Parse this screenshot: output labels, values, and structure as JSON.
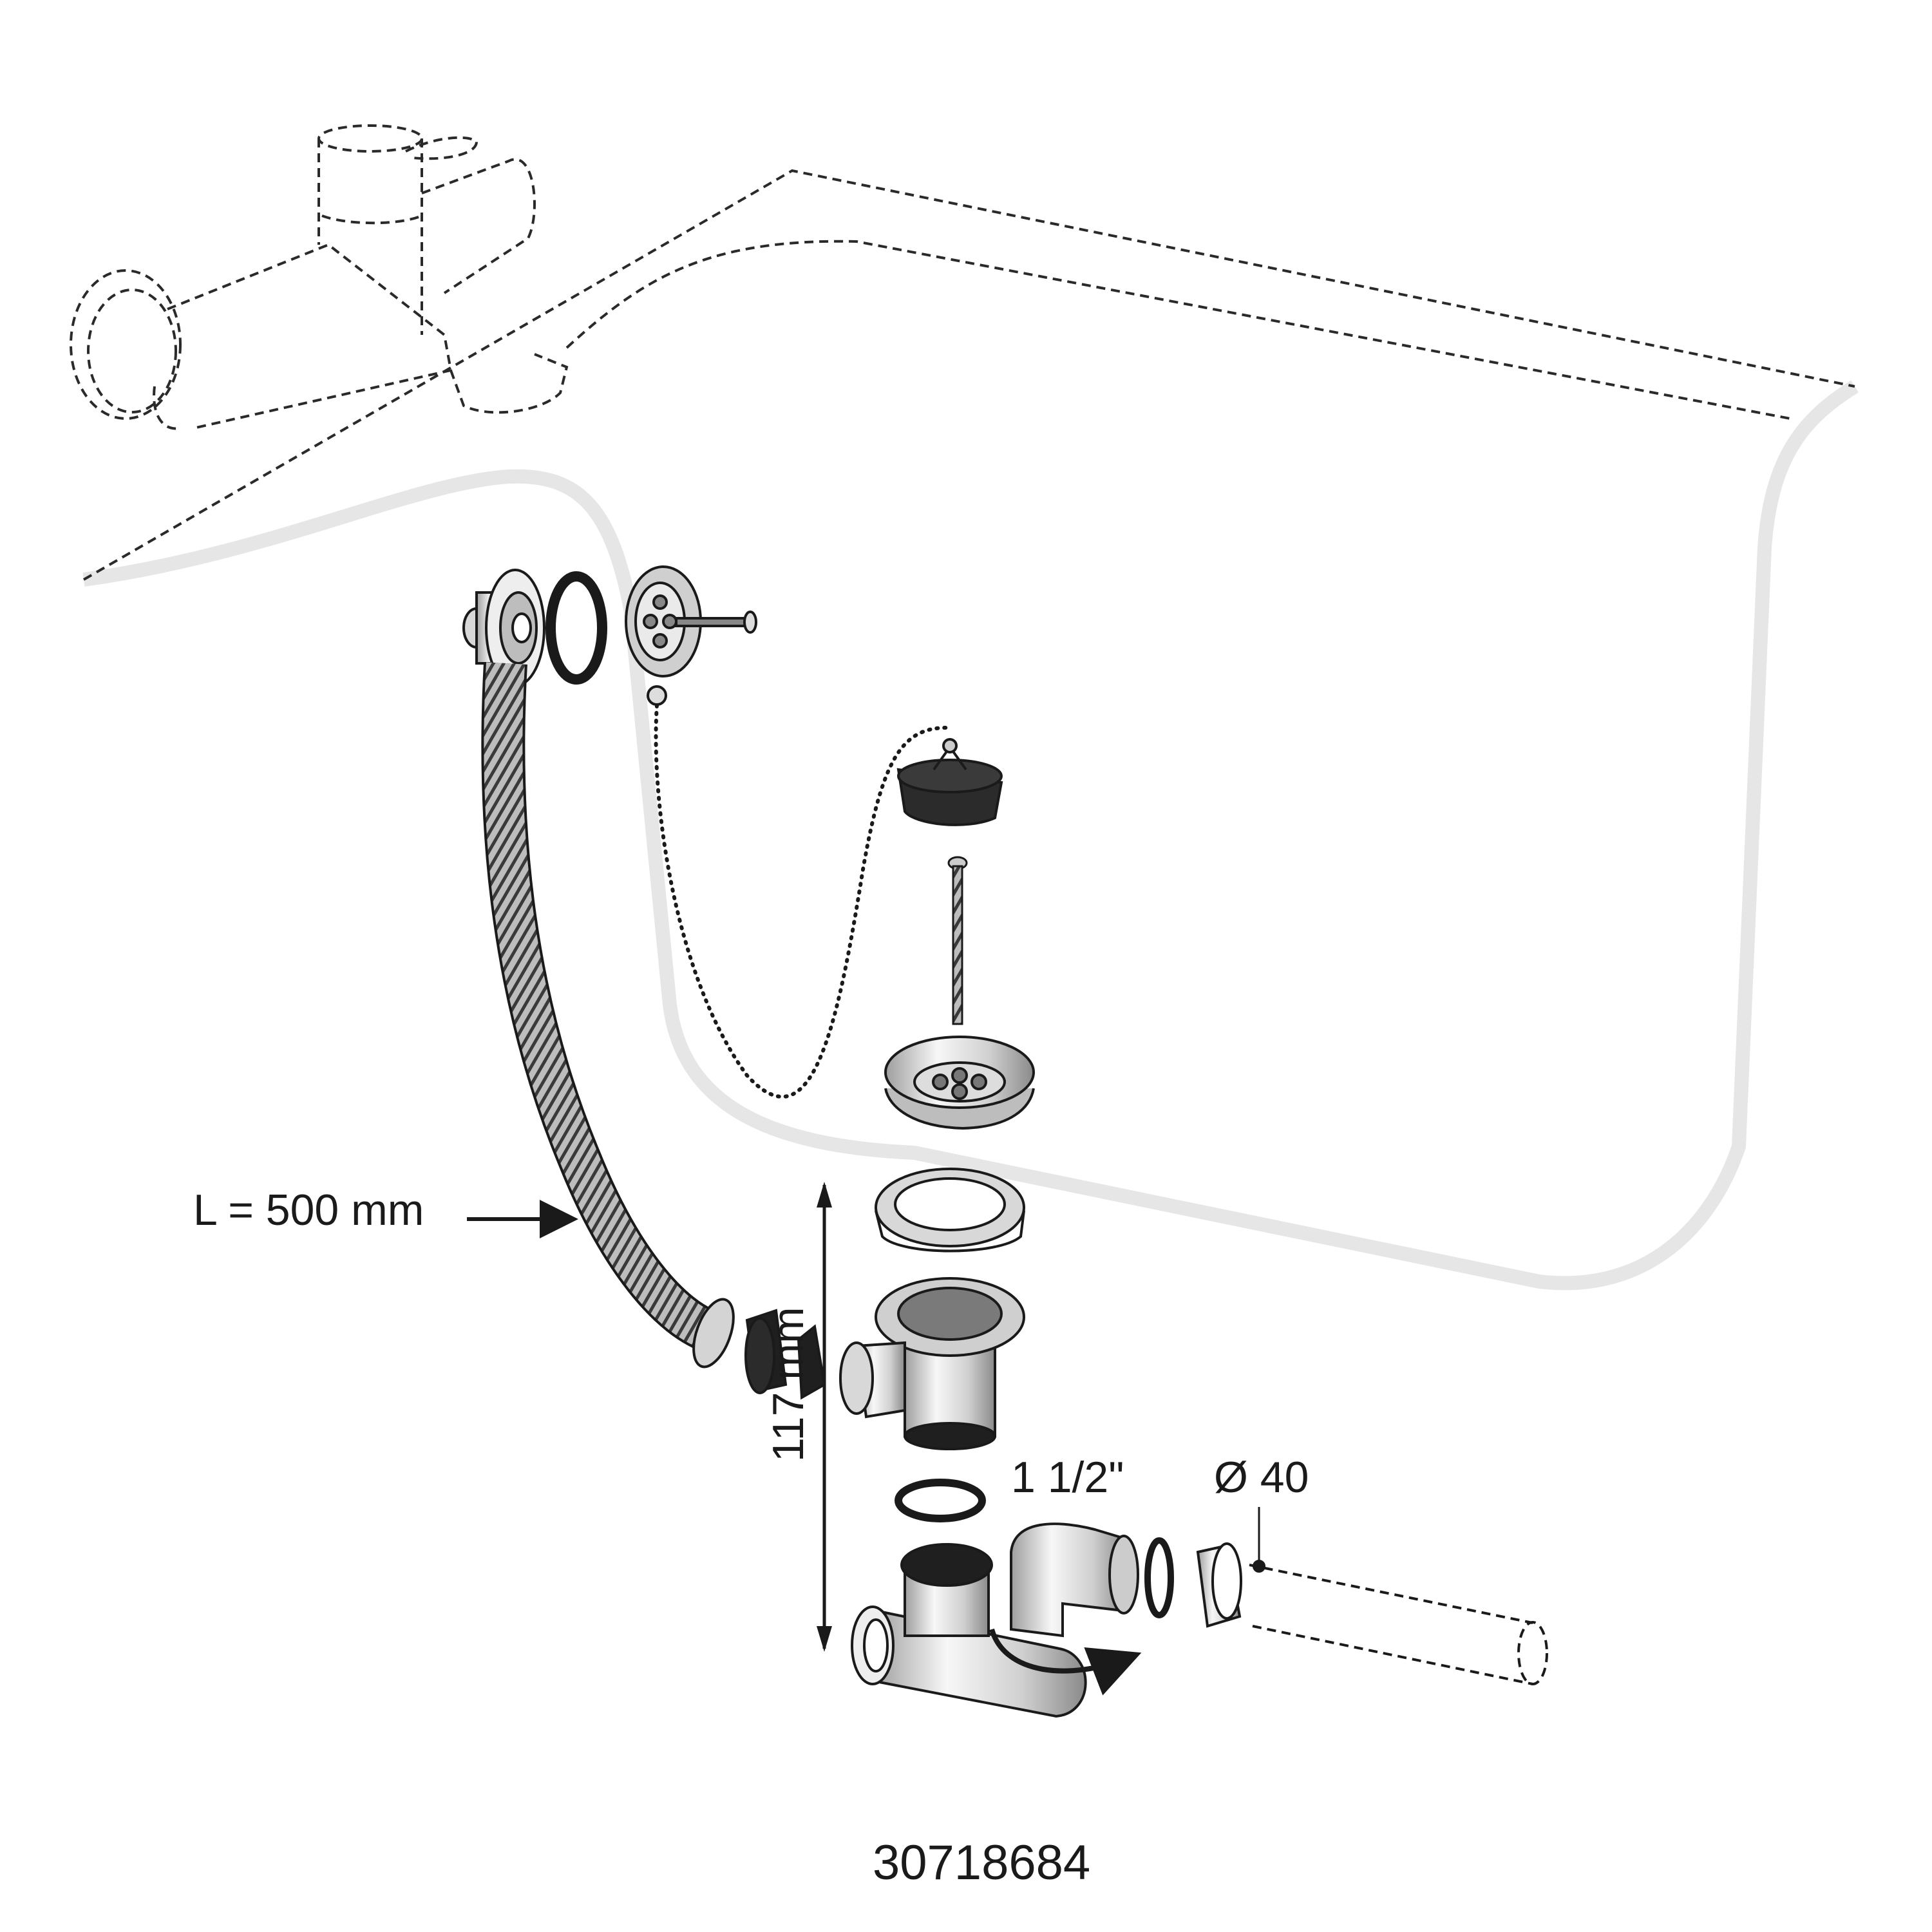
{
  "labels": {
    "hose_length": "L = 500 mm",
    "height": "117 mm",
    "thread_size": "1 1/2\"",
    "pipe_diameter": "Ø 40",
    "product_code": "30718684"
  },
  "colors": {
    "line": "#1a1a1a",
    "dashed": "#2a2a2a",
    "tub_outline": "#e6e6e6",
    "metal_light": "#f2f2f2",
    "metal_mid": "#bdbdbd",
    "rubber": "#1f1f1f"
  },
  "icons": [
    "faucet-icon",
    "bathtub-icon",
    "overflow-icon",
    "gasket-icon",
    "strainer-icon",
    "stopper-icon",
    "chain-icon",
    "screw-icon",
    "hose-icon",
    "siphon-icon",
    "pipe-icon",
    "arrow-icon"
  ]
}
